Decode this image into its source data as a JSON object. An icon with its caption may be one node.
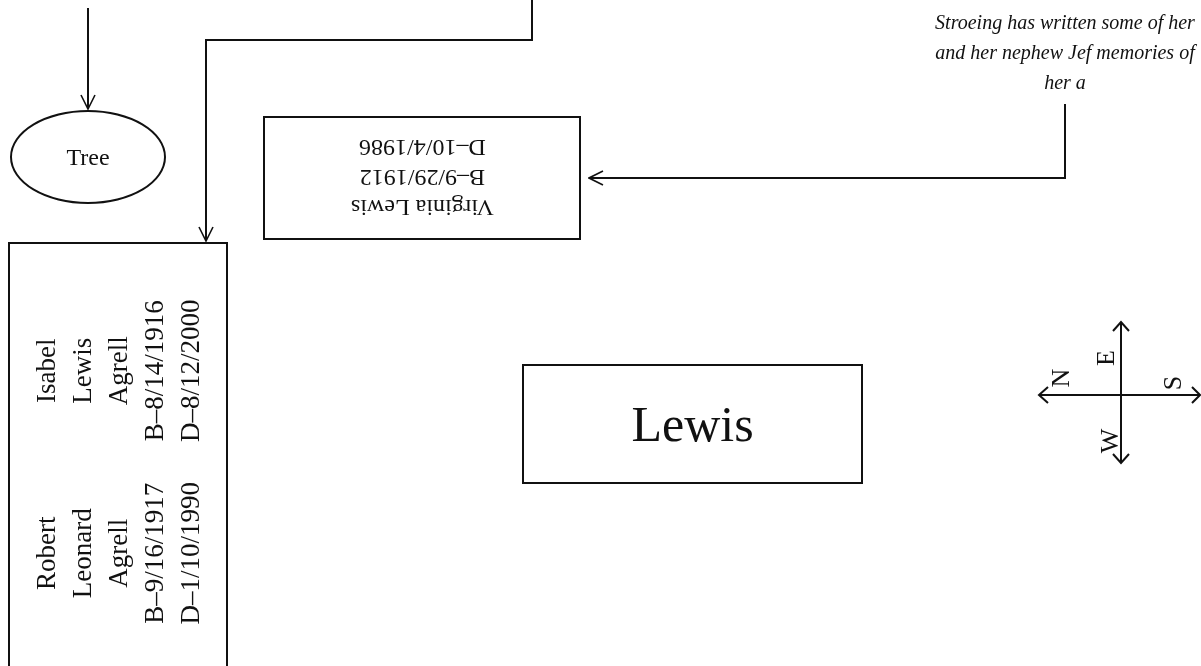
{
  "diagram": {
    "nodes": [
      {
        "text": [
          "Stroeing has written some of her and her nephew Jef memories of her a"
        ]
      },
      {
        "text": [
          "Tree"
        ]
      },
      {
        "text": [
          "Virginia Lewis",
          "B–9/29/1912",
          "D–10/4/1986"
        ]
      },
      {
        "text": [
          "Robert Leonard Agrell B–9/16/1917 D–1/10/1990",
          "Isabel Lewis Agrell B–8/14/1916 D–8/12/2000"
        ]
      },
      {
        "text": [
          "Lewis"
        ]
      }
    ],
    "edges": [
      {
        "from": null,
        "to": 1,
        "arrow": "to"
      },
      {
        "from": null,
        "to": 3,
        "arrow": "to"
      },
      {
        "from": 0,
        "to": 2,
        "arrow": "to"
      }
    ],
    "labels": [
      "E",
      "N",
      "S",
      "W"
    ]
  }
}
